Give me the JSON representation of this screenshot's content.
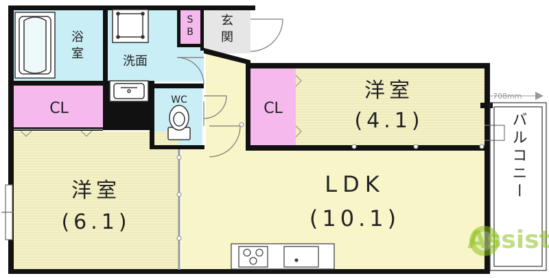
{
  "rooms": {
    "bath": {
      "label_top": "浴",
      "label_bottom": "室"
    },
    "washroom": {
      "label": "洗面"
    },
    "sb": {
      "label_top": "S",
      "label_bottom": "B"
    },
    "entrance": {
      "label_top": "玄",
      "label_bottom": "関"
    },
    "wc": {
      "label": "WC"
    },
    "cl_left": {
      "label": "CL"
    },
    "cl_right": {
      "label": "CL"
    },
    "western_small": {
      "name": "洋室",
      "size": "(4.1)"
    },
    "western_large": {
      "name": "洋室",
      "size": "(6.1)"
    },
    "ldk": {
      "name": "LDK",
      "size": "(10.1)"
    },
    "balcony": {
      "label": "バルコニー"
    }
  },
  "dimension": {
    "text": "708mm"
  },
  "watermark": {
    "text": "Assist"
  },
  "colors": {
    "wall": "#111111",
    "western_floor": "#f3f0c4",
    "ldk_floor": "#f8f5c8",
    "closet": "#f5b9ee",
    "wet_area": "#c9eef6",
    "entrance_floor": "#e6e6e6",
    "balcony_floor": "#ffffff",
    "watermark": "#8fc21f"
  }
}
